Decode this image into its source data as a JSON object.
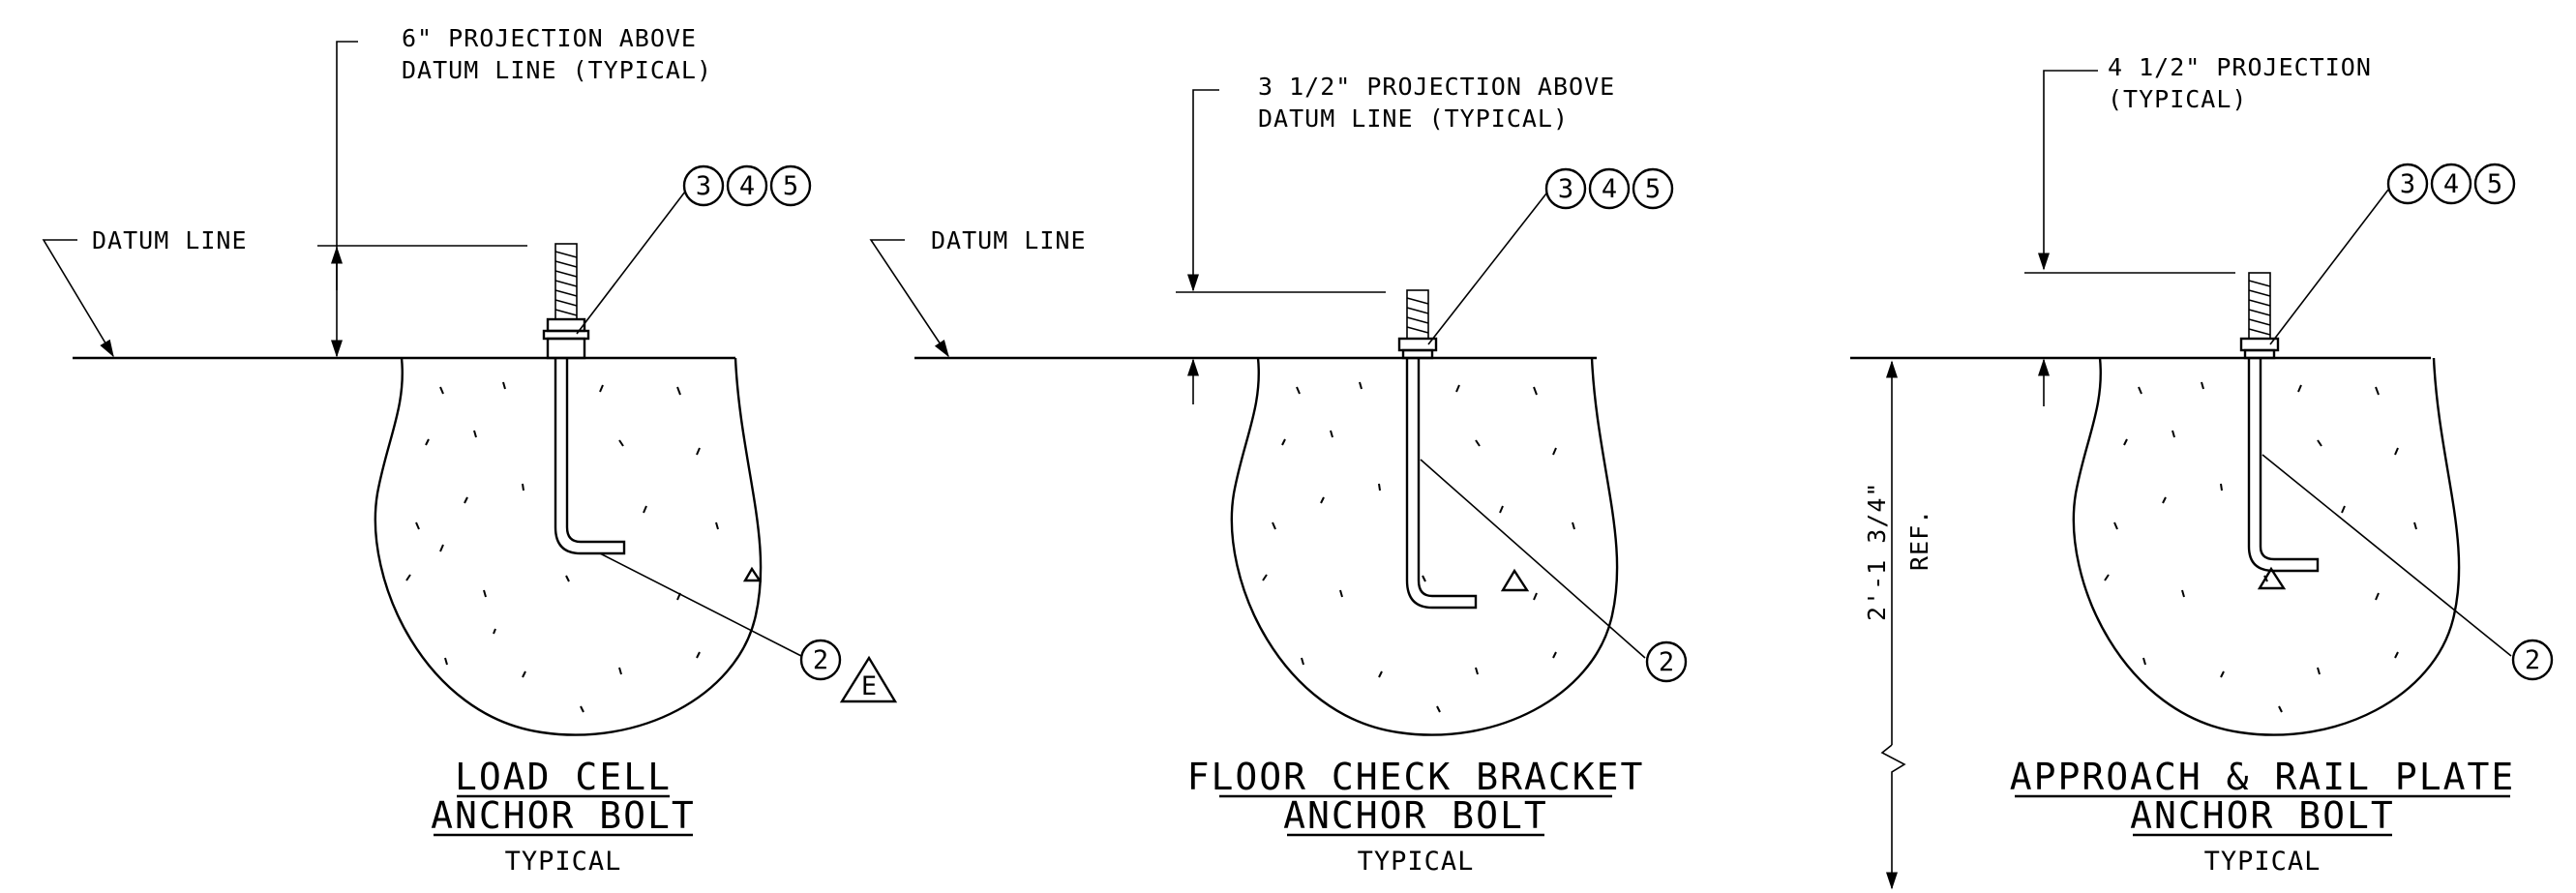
{
  "details": [
    {
      "id": "load-cell",
      "projection_note": [
        "6\" PROJECTION ABOVE",
        "DATUM LINE (TYPICAL)"
      ],
      "datum_label": "DATUM LINE",
      "bubbles_top": [
        "3",
        "4",
        "5"
      ],
      "bubble_bottom": "2",
      "revision_mark": "E",
      "title_lines": [
        "LOAD CELL",
        "ANCHOR BOLT"
      ],
      "subtitle": "TYPICAL"
    },
    {
      "id": "floor-check-bracket",
      "projection_note": [
        "3 1/2\" PROJECTION ABOVE",
        "DATUM LINE (TYPICAL)"
      ],
      "datum_label": "DATUM LINE",
      "bubbles_top": [
        "3",
        "4",
        "5"
      ],
      "bubble_bottom": "2",
      "title_lines": [
        "FLOOR CHECK BRACKET",
        "ANCHOR BOLT"
      ],
      "subtitle": "TYPICAL"
    },
    {
      "id": "approach-rail-plate",
      "projection_note": [
        "4 1/2\" PROJECTION",
        "(TYPICAL)"
      ],
      "dimension_lines": [
        "2'-1 3/4\"",
        "REF."
      ],
      "bubbles_top": [
        "3",
        "4",
        "5"
      ],
      "bubble_bottom": "2",
      "title_lines": [
        "APPROACH & RAIL PLATE",
        "ANCHOR BOLT"
      ],
      "subtitle": "TYPICAL"
    }
  ]
}
